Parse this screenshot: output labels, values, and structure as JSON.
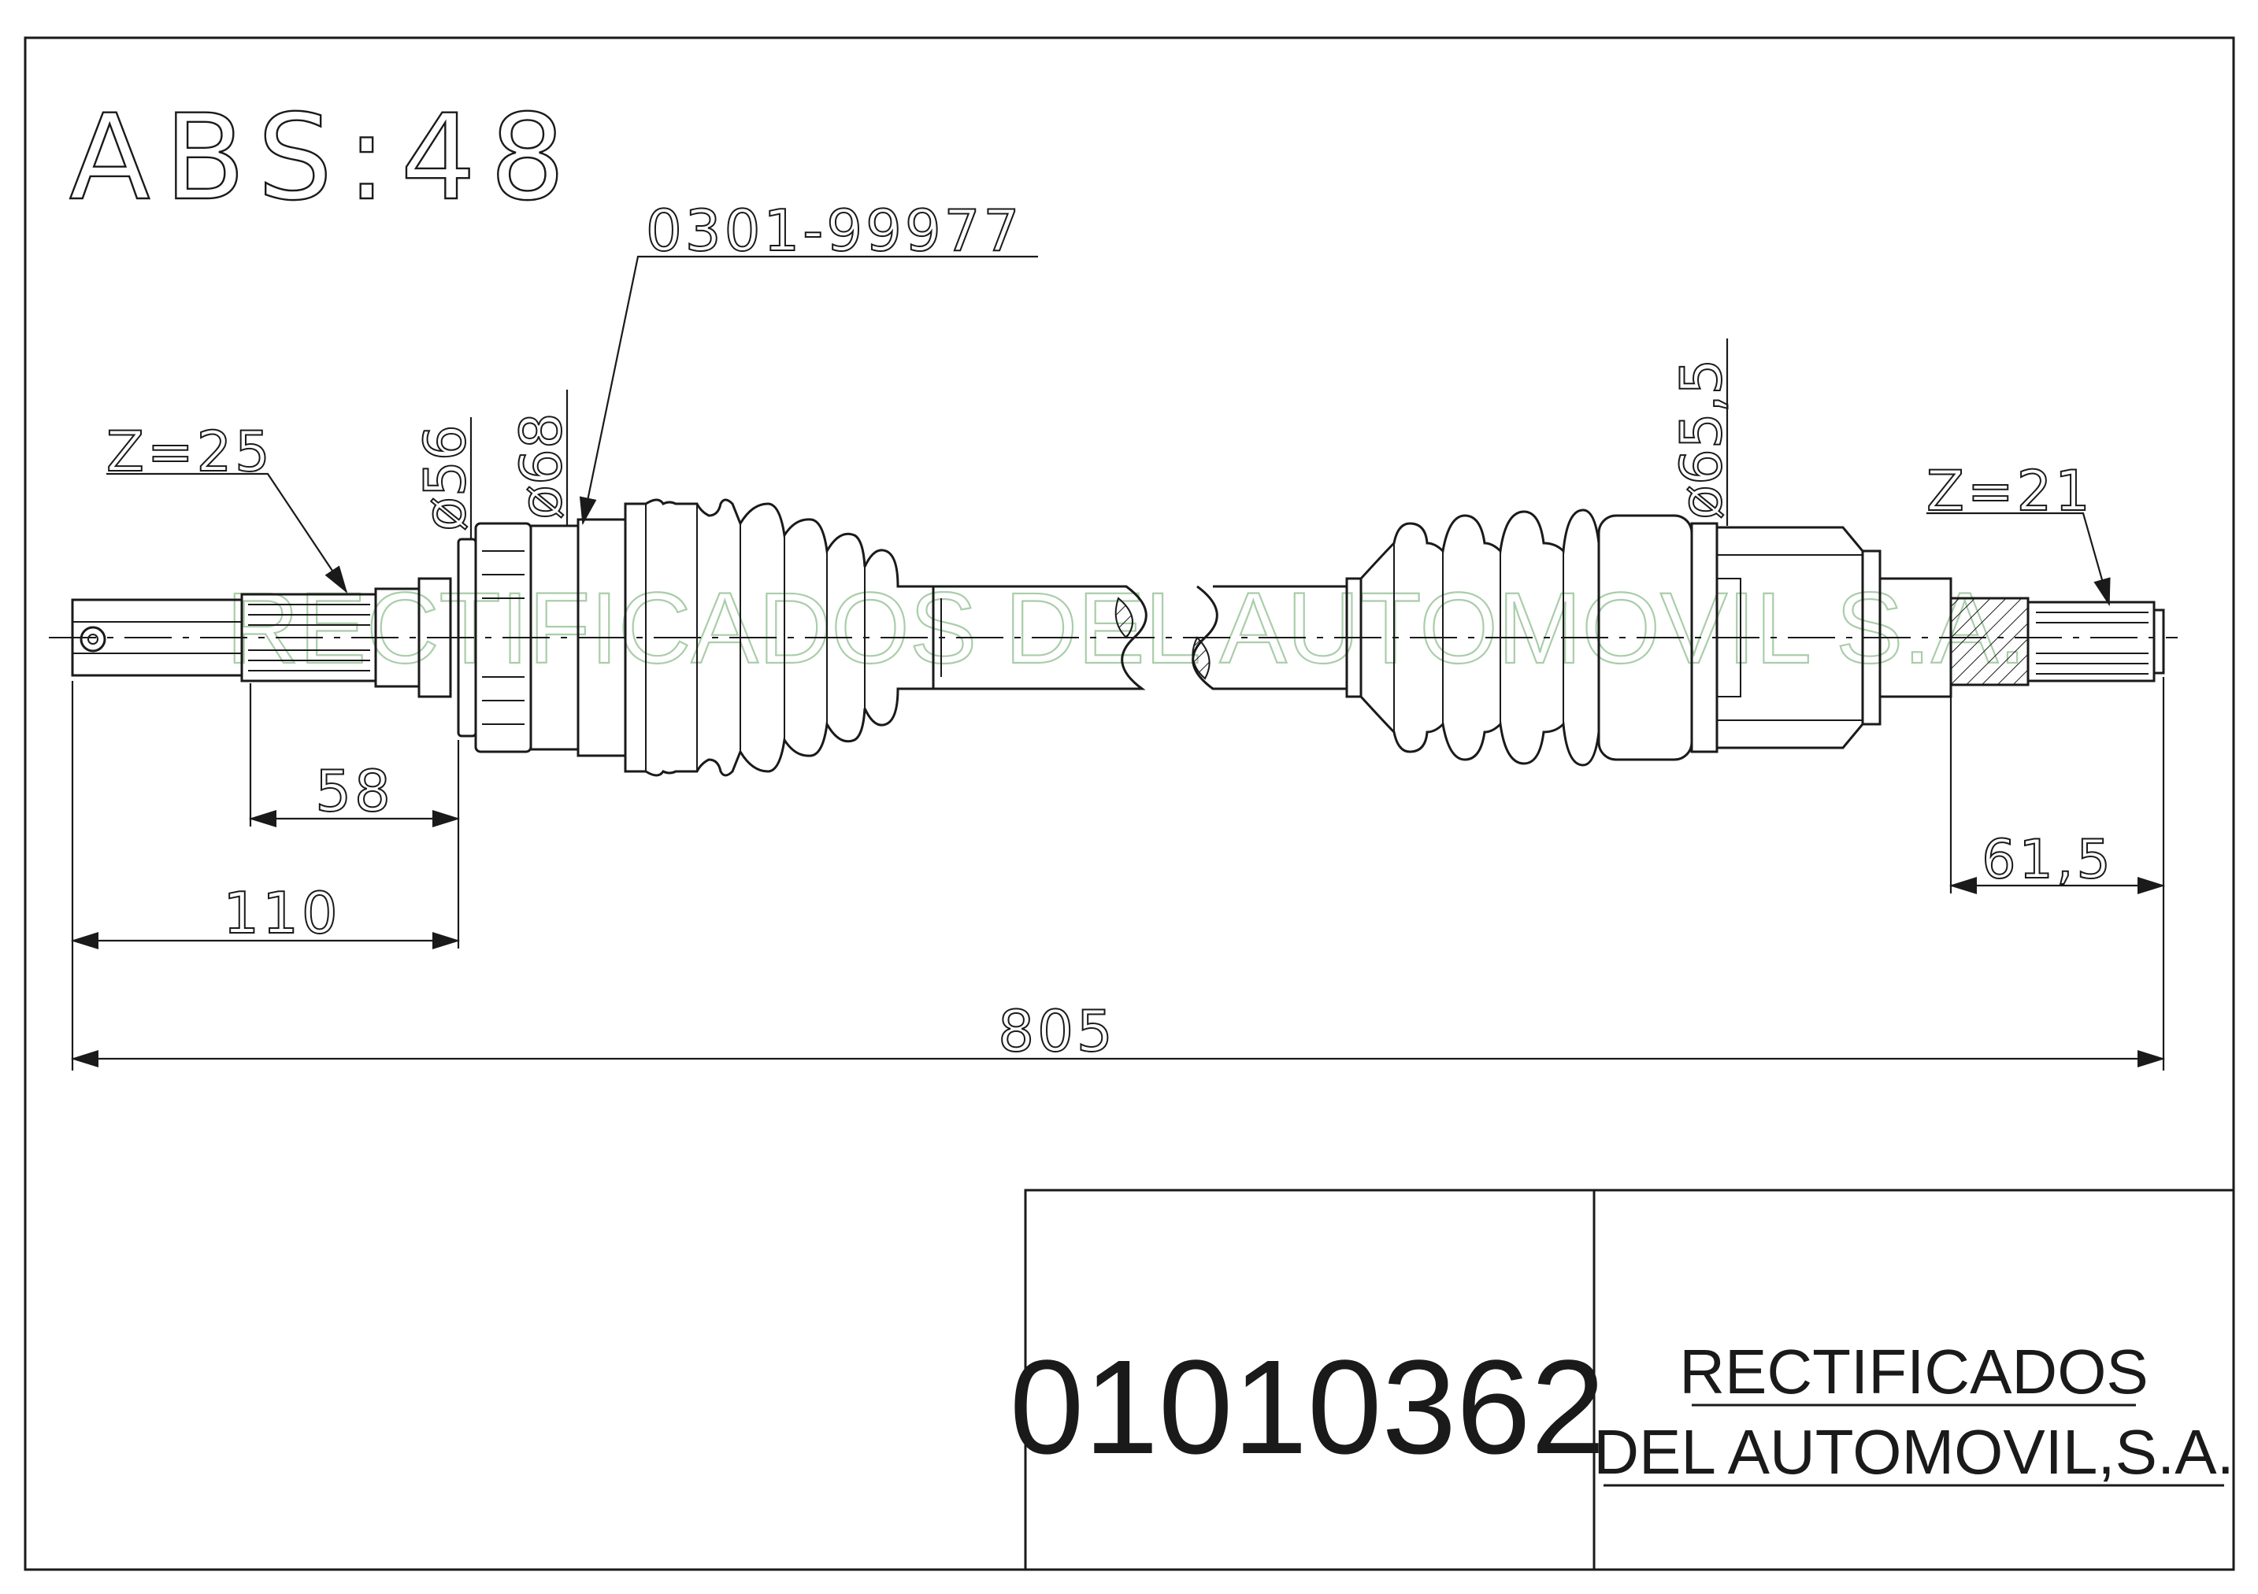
{
  "drawing": {
    "abs_label": "ABS:48",
    "part_ref": "0301-99977",
    "splines_left": "Z=25",
    "splines_right": "Z=21",
    "diameters": {
      "d56": "ø56",
      "d68": "ø68",
      "d65_5": "ø65,5"
    },
    "dimensions": {
      "d58": "58",
      "d110": "110",
      "d805": "805",
      "d61_5": "61,5"
    },
    "watermark": "RECTIFICADOS DEL AUTOMOVIL S.A."
  },
  "title_block": {
    "part_number": "01010362",
    "company_line1": "RECTIFICADOS",
    "company_line2": "DEL AUTOMOVIL,S.A."
  }
}
